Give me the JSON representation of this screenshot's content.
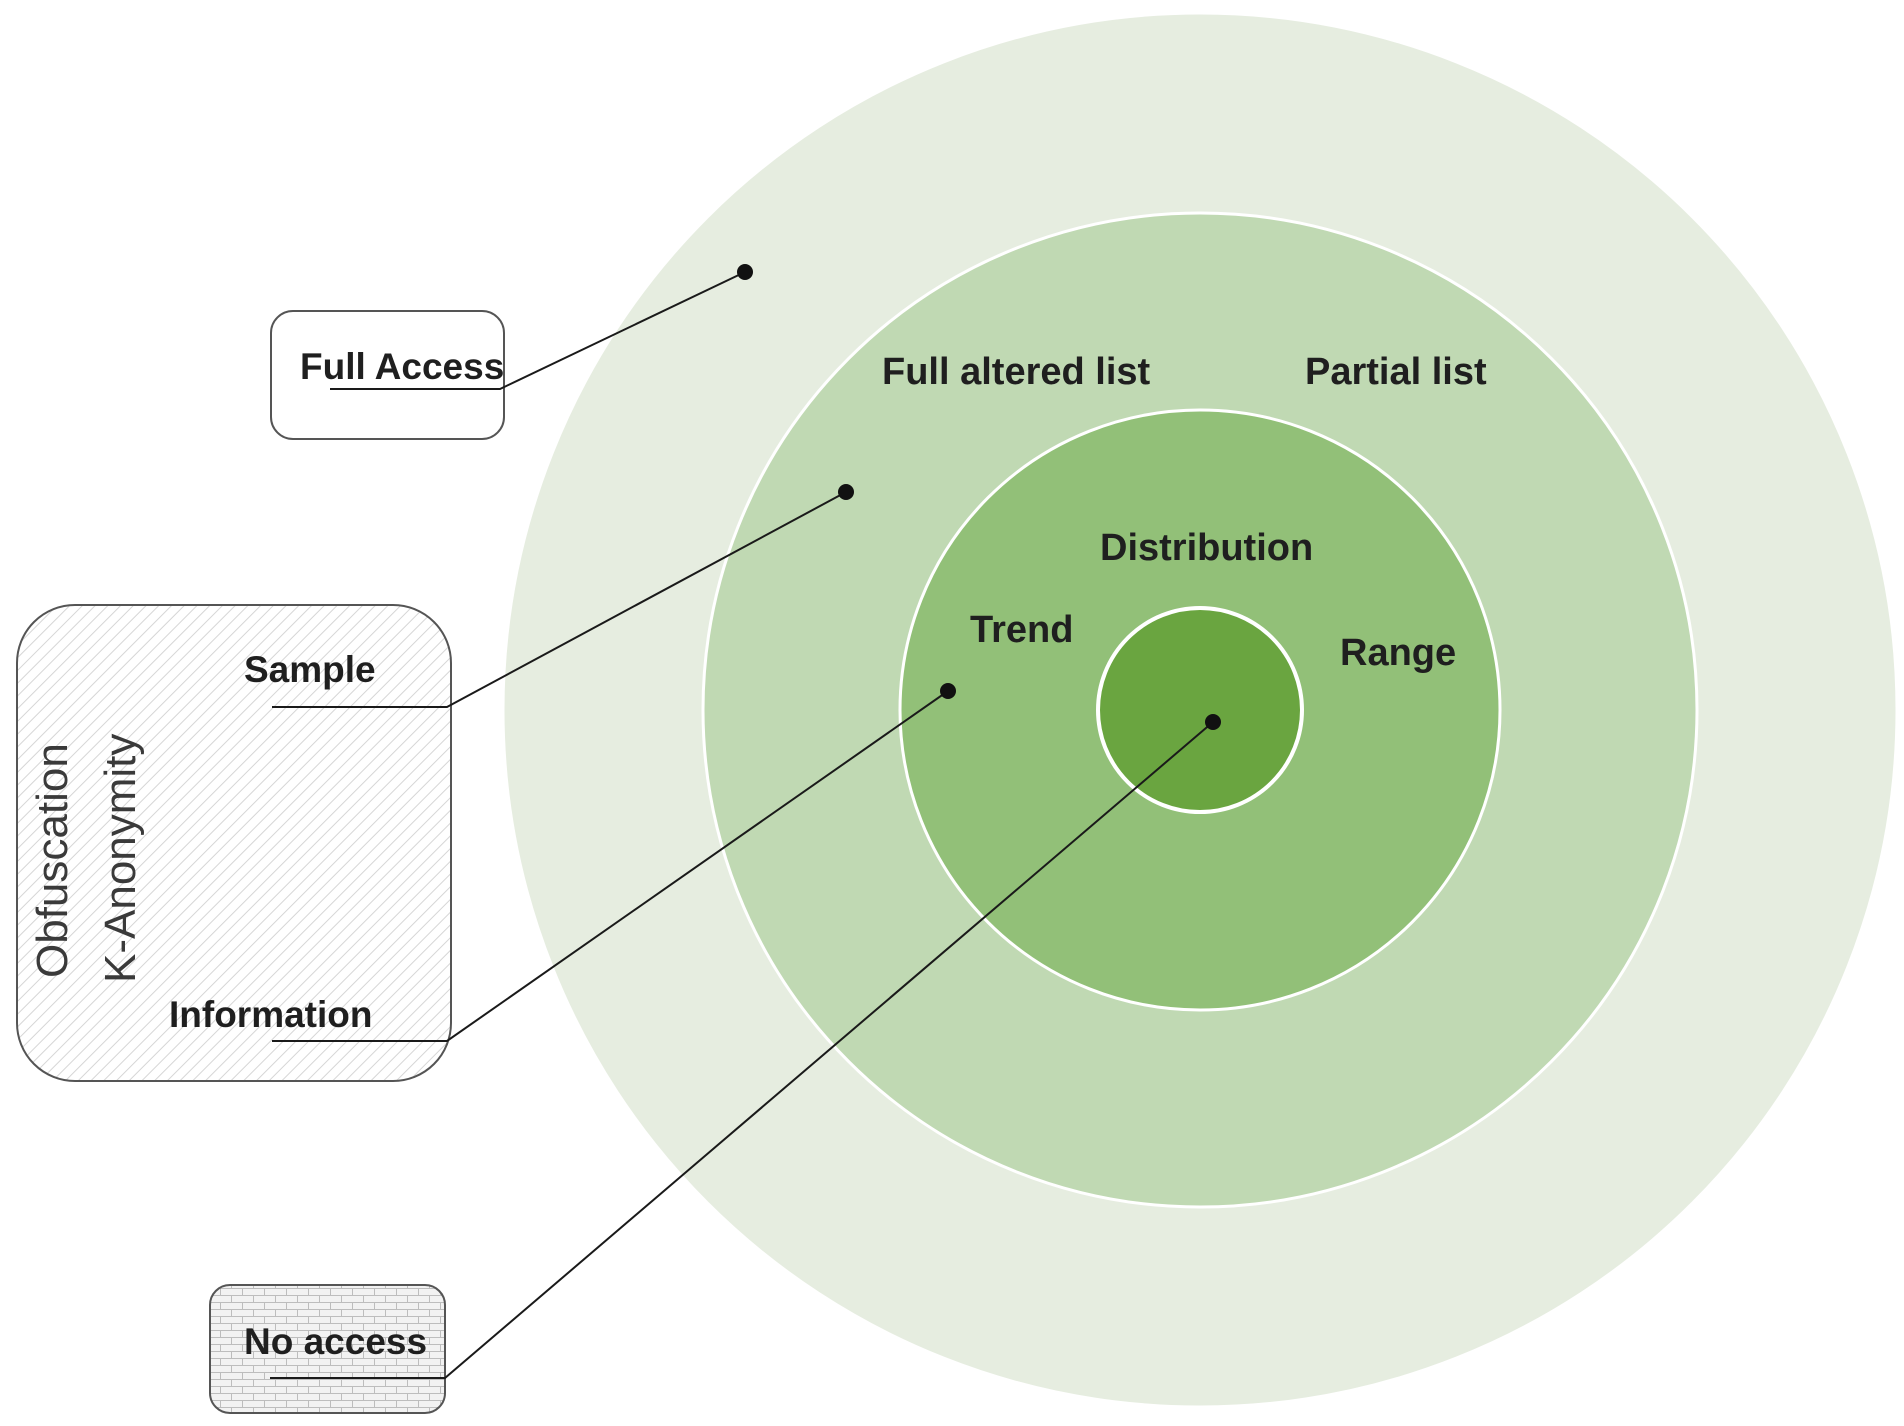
{
  "colors": {
    "ring_outer": "#e6ede0",
    "ring_second": "#c0d9b3",
    "ring_third": "#92c078",
    "ring_core": "#6aa540",
    "ring_border": "#ffffff",
    "leader_line": "#1a1a1a",
    "box_border": "#555555"
  },
  "rings": {
    "second": {
      "labels": [
        "Full altered list",
        "Partial list"
      ]
    },
    "third": {
      "labels": [
        "Distribution",
        "Trend",
        "Range"
      ]
    }
  },
  "callouts": {
    "full_access": {
      "label": "Full Access"
    },
    "techniques": {
      "vertical_labels": [
        "Obfuscation",
        "K-Anonymity"
      ],
      "sample": "Sample",
      "information": "Information"
    },
    "no_access": {
      "label": "No access"
    }
  }
}
